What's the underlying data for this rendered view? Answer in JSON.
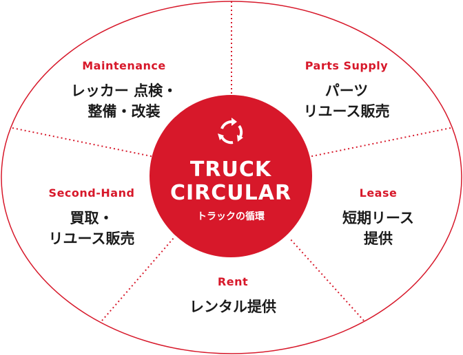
{
  "center": {
    "line1": "TRUCK",
    "line2": "CIRCULAR",
    "subtitle": "トラックの循環",
    "icon": "recycle-arrows-icon"
  },
  "segments": [
    {
      "title": "Maintenance",
      "body": "レッカー 点検・\n整備・改装"
    },
    {
      "title": "Parts Supply",
      "body": "パーツ\nリユース販売"
    },
    {
      "title": "Second-Hand",
      "body": "買取・\nリユース販売"
    },
    {
      "title": "Lease",
      "body": "短期リース\n提供"
    },
    {
      "title": "Rent",
      "body": "レンタル提供"
    }
  ],
  "colors": {
    "accent": "#d7182a",
    "text": "#1a1a1a",
    "background": "#ffffff"
  }
}
